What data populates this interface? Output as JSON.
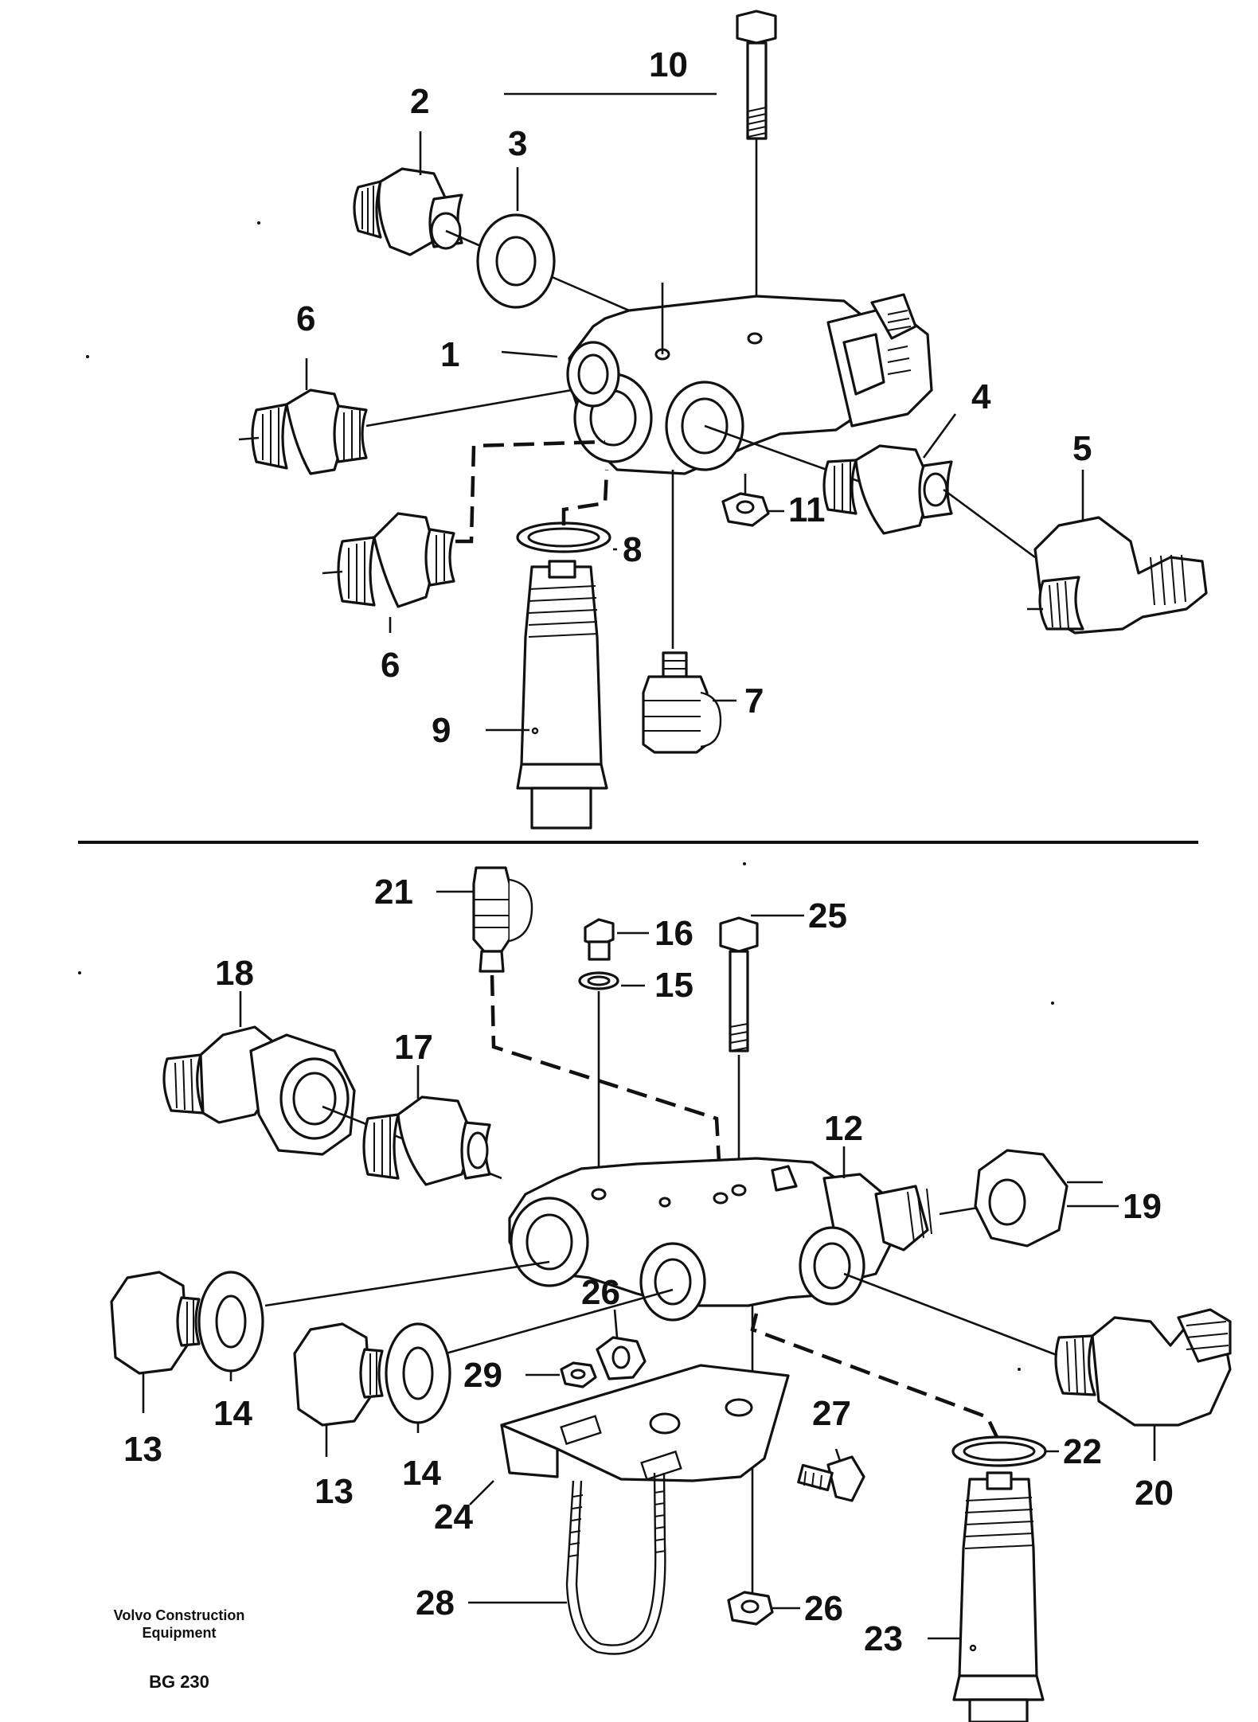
{
  "labels": {
    "p1": "1",
    "p2": "2",
    "p3": "3",
    "p4": "4",
    "p5": "5",
    "p6a": "6",
    "p6b": "6",
    "p7": "7",
    "p8": "8",
    "p9": "9",
    "p10": "10",
    "p11": "11",
    "p12": "12",
    "p13a": "13",
    "p13b": "13",
    "p14a": "14",
    "p14b": "14",
    "p15": "15",
    "p16": "16",
    "p17": "17",
    "p18": "18",
    "p19": "19",
    "p20": "20",
    "p21": "21",
    "p22": "22",
    "p23": "23",
    "p24": "24",
    "p25": "25",
    "p26a": "26",
    "p26b": "26",
    "p27": "27",
    "p28": "28",
    "p29": "29"
  },
  "caption": {
    "company_line1": "Volvo Construction",
    "company_line2": "Equipment",
    "code": "BG 230"
  }
}
